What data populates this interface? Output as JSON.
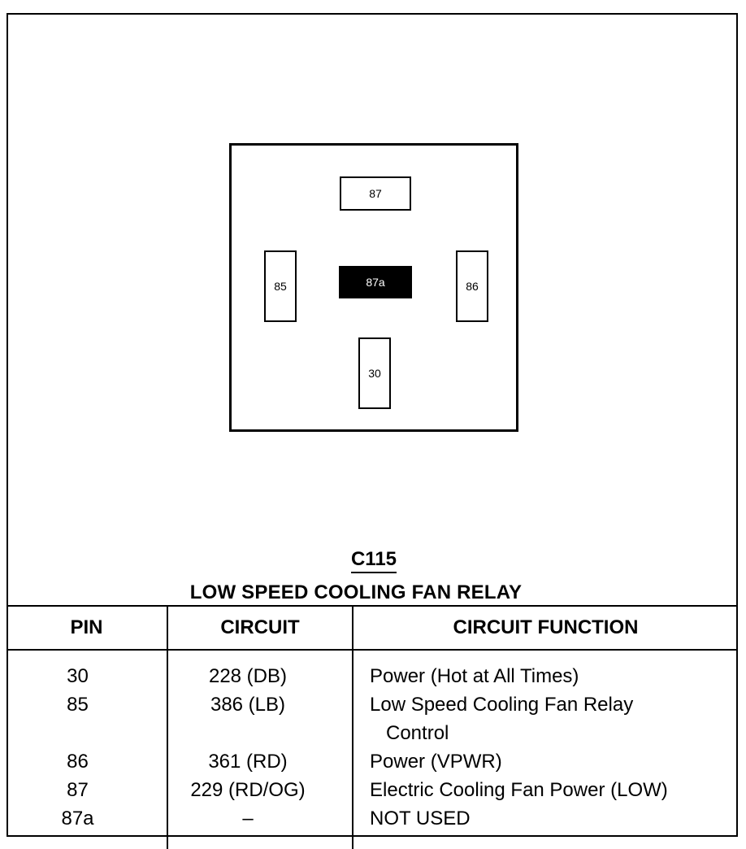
{
  "connector": {
    "id": "C115",
    "name": "LOW SPEED COOLING FAN RELAY",
    "cavities": {
      "top": "87",
      "center": "87a",
      "left": "85",
      "right": "86",
      "bottom": "30"
    },
    "filled_cavity": "87a"
  },
  "table": {
    "headers": {
      "pin": "PIN",
      "circuit": "CIRCUIT",
      "function": "CIRCUIT FUNCTION"
    },
    "rows": [
      {
        "pin": "30",
        "circuit": "228 (DB)",
        "function": "Power (Hot at All Times)",
        "function_cont": ""
      },
      {
        "pin": "85",
        "circuit": "386 (LB)",
        "function": "Low Speed Cooling Fan Relay",
        "function_cont": "Control"
      },
      {
        "pin": "86",
        "circuit": "361 (RD)",
        "function": "Power (VPWR)",
        "function_cont": ""
      },
      {
        "pin": "87",
        "circuit": "229 (RD/OG)",
        "function": "Electric Cooling Fan Power (LOW)",
        "function_cont": ""
      },
      {
        "pin": "87a",
        "circuit": "–",
        "function": "NOT USED",
        "function_cont": ""
      }
    ]
  }
}
